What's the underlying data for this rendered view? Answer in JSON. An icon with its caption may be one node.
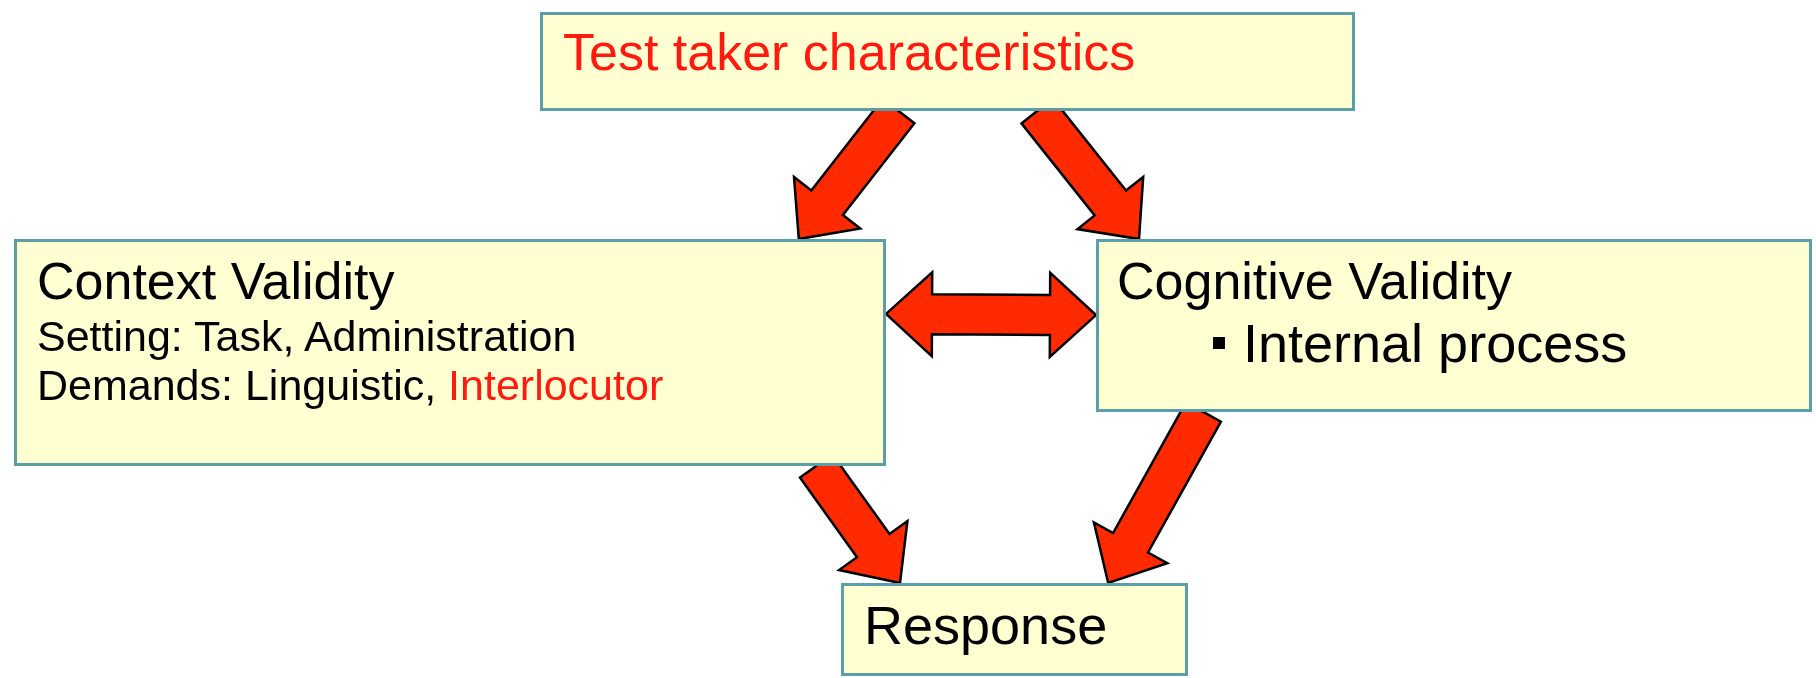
{
  "diagram": {
    "nodes": [
      {
        "text": [
          "Test taker characteristics"
        ]
      },
      {
        "text": [
          "Context Validity",
          "Setting: Task, Administration",
          "Demands: Linguistic,",
          "Interlocutor"
        ]
      },
      {
        "text": [
          "Cognitive Validity",
          "Internal process"
        ]
      },
      {
        "text": [
          "Response"
        ]
      }
    ],
    "edges": [
      {
        "from": 0,
        "to": 1,
        "arrow": "to"
      },
      {
        "from": 0,
        "to": 2,
        "arrow": "to"
      },
      {
        "from": 1,
        "to": 2,
        "arrow": "both"
      },
      {
        "from": 1,
        "to": 3,
        "arrow": "to"
      },
      {
        "from": 2,
        "to": 3,
        "arrow": "to"
      }
    ]
  }
}
